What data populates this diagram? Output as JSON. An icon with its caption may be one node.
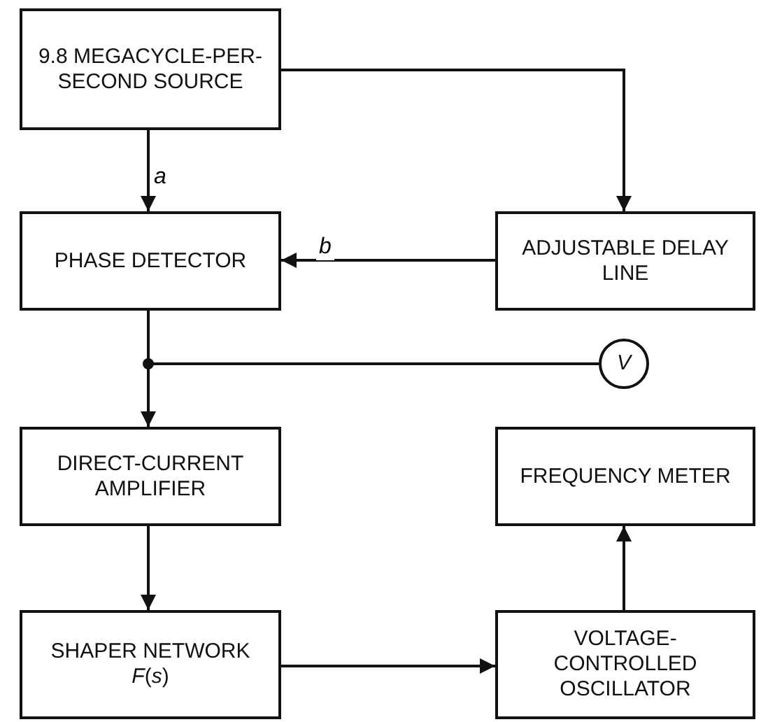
{
  "diagram": {
    "nodes": [
      {
        "text": [
          "9.8 MEGACYCLE-PER-SECOND SOURCE"
        ]
      },
      {
        "text": [
          "PHASE DETECTOR"
        ]
      },
      {
        "text": [
          "ADJUSTABLE DELAY LINE"
        ]
      },
      {
        "text": [
          "V"
        ]
      },
      {
        "text": [
          "DIRECT-CURRENT AMPLIFIER"
        ]
      },
      {
        "text": [
          "FREQUENCY METER"
        ]
      },
      {
        "text": [
          "SHAPER NETWORK",
          "*F*(*s*)"
        ]
      },
      {
        "text": [
          "VOLTAGE-CONTROLLED OSCILLATOR"
        ]
      }
    ],
    "edges": [
      {
        "from": 0,
        "to": 1,
        "arrow": "to",
        "label": "a"
      },
      {
        "from": 0,
        "to": 2,
        "arrow": "to"
      },
      {
        "from": 2,
        "to": 1,
        "arrow": "to",
        "label": "b"
      },
      {
        "from": 1,
        "to": 4,
        "arrow": "to"
      },
      {
        "from": 1,
        "to": 3,
        "arrow": "none"
      },
      {
        "from": 4,
        "to": 6,
        "arrow": "to"
      },
      {
        "from": 6,
        "to": 7,
        "arrow": "to"
      },
      {
        "from": 7,
        "to": 5,
        "arrow": "to"
      }
    ]
  }
}
